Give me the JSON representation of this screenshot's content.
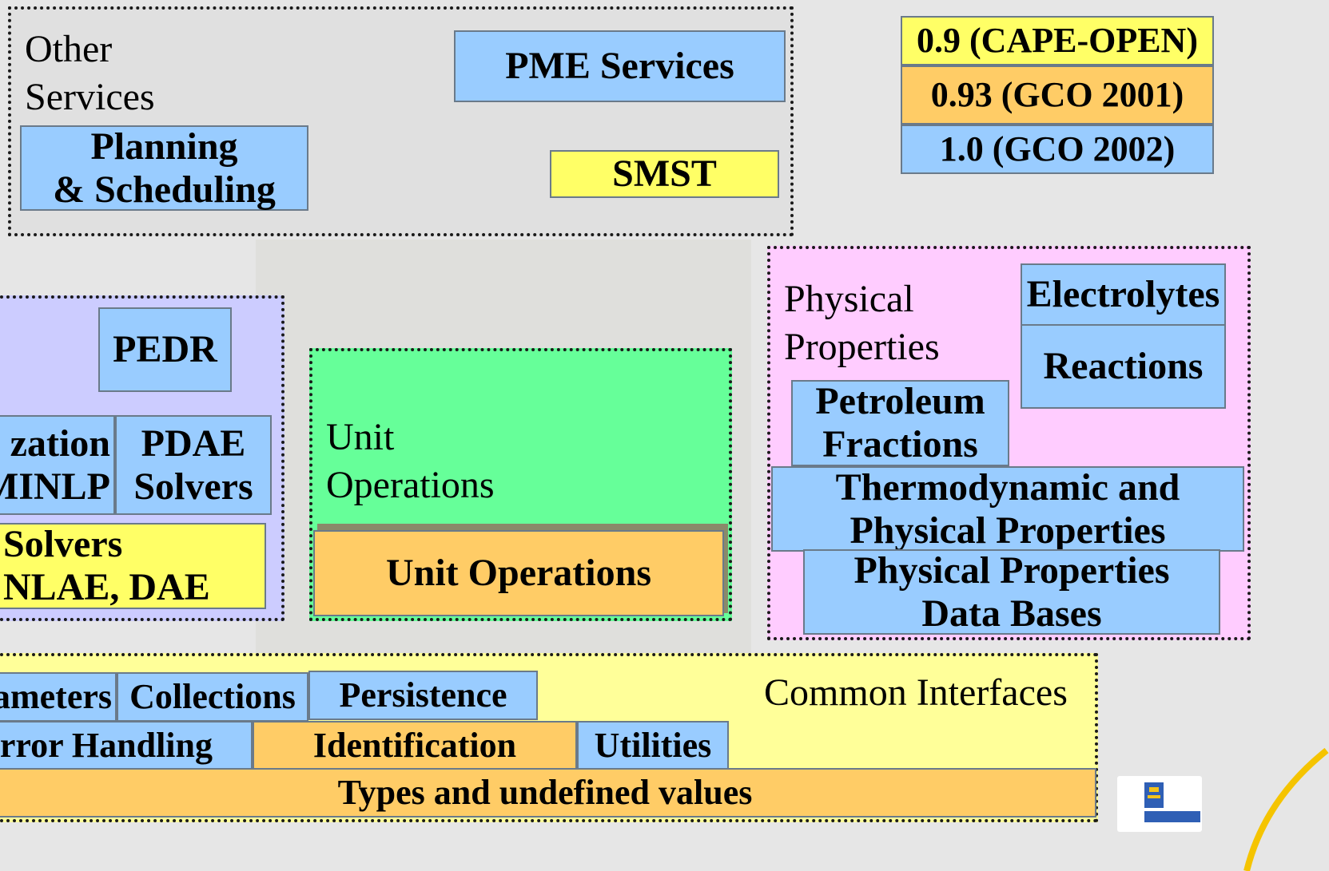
{
  "legend": [
    {
      "label": "0.9 (CAPE-OPEN)",
      "color": "#ffff66"
    },
    {
      "label": "0.93 (GCO 2001)",
      "color": "#ffcc66"
    },
    {
      "label": "1.0 (GCO 2002)",
      "color": "#99ccff"
    }
  ],
  "groups": {
    "other_services": {
      "label": "Other\nServices",
      "color": "#e0e0e0",
      "boxes": {
        "pme": "PME Services",
        "planning": "Planning\n& Scheduling",
        "smst": "SMST"
      }
    },
    "numerics": {
      "color": "#ccccff",
      "boxes": {
        "pedr": "PEDR",
        "optimization": "zation\nMINLP",
        "pdae": "PDAE\nSolvers",
        "solvers": "Solvers\n NLAE, DAE"
      }
    },
    "unit_operations": {
      "label": "Unit\nOperations",
      "color": "#66ff99",
      "boxes": {
        "unit_ops": "Unit Operations"
      }
    },
    "physical_properties": {
      "label": "Physical\nProperties",
      "color": "#ffccff",
      "boxes": {
        "electrolytes": "Electrolytes",
        "reactions": "Reactions",
        "petroleum": "Petroleum\nFractions",
        "thermo": "Thermodynamic and\nPhysical Properties",
        "databases": "Physical Properties\nData Bases"
      }
    },
    "common_interfaces": {
      "label": "Common Interfaces",
      "color": "#ffff99",
      "boxes": {
        "parameters": "ameters",
        "collections": "Collections",
        "persistence": "Persistence",
        "error_handling": "rror Handling",
        "identification": "Identification",
        "utilities": "Utilities",
        "types": "Types and undefined values"
      }
    }
  }
}
